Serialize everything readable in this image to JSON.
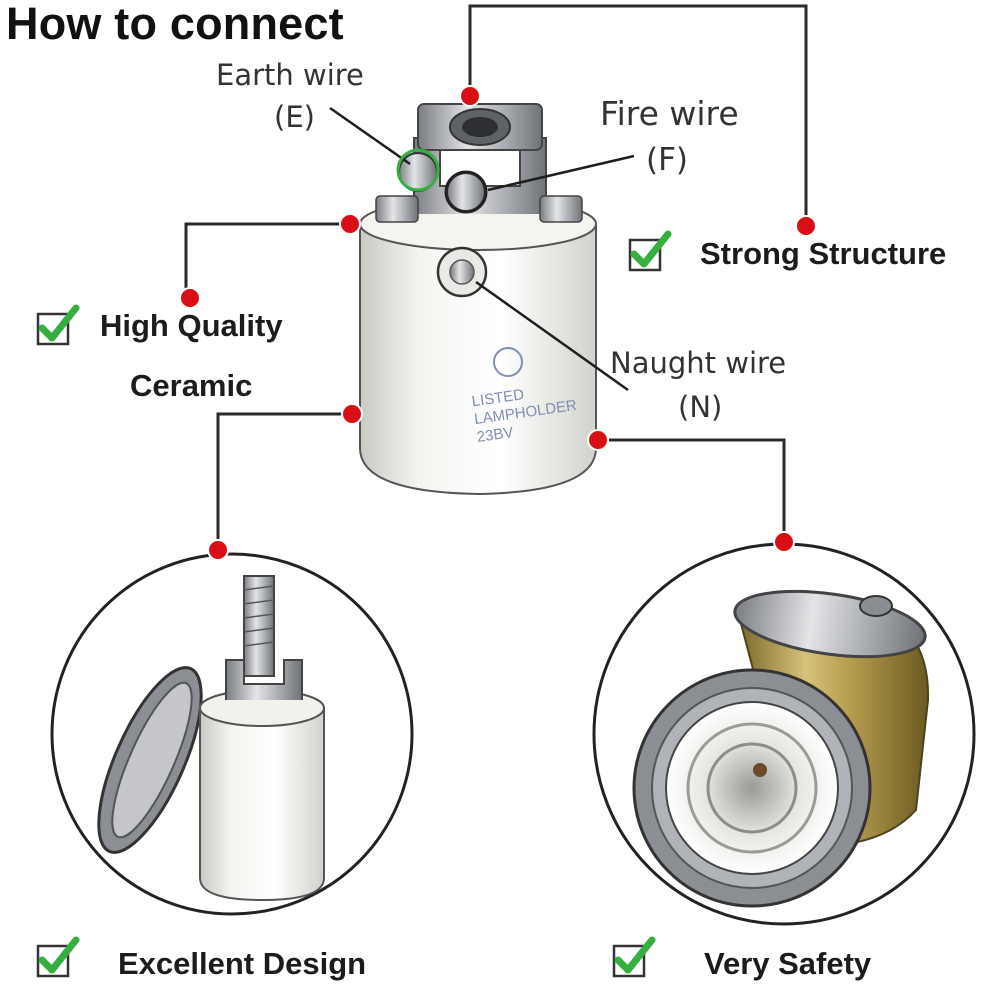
{
  "title": "How to connect",
  "wires": {
    "earth": {
      "name": "Earth wire",
      "code": "(E)"
    },
    "fire": {
      "name": "Fire wire",
      "code": "(F)"
    },
    "naught": {
      "name": "Naught wire",
      "code": "(N)"
    }
  },
  "features": {
    "strong_structure": "Strong Structure",
    "high_quality": "High Quality",
    "ceramic": "Ceramic",
    "excellent_design": "Excellent Design",
    "very_safety": "Very Safety"
  },
  "product_marking": {
    "line1": "LISTED",
    "line2": "LAMPHOLDER",
    "line3": "23BV"
  },
  "icons": {
    "check": "checkmark-icon",
    "connector": "red-dot-icon"
  },
  "colors": {
    "accent_red": "#d90f16",
    "check_green": "#35b040",
    "line": "#222222",
    "ceramic": "#eeeeea",
    "brass": "#b39a4b",
    "chrome": "#8e9196"
  }
}
